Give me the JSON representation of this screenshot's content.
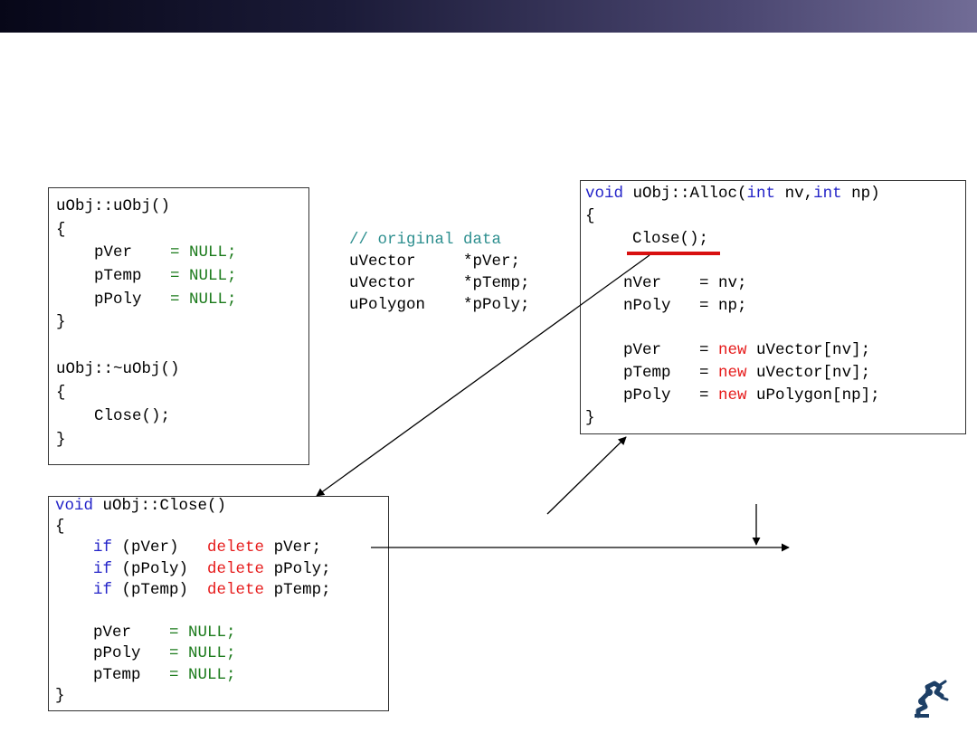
{
  "header": {
    "bar_color": "#1b1b38"
  },
  "colors": {
    "keyword": "#2323c8",
    "new_delete": "#e61a1a",
    "null_equals": "#1a7a1a",
    "comment": "#2e8f8f",
    "underline": "#d81010"
  },
  "ctor_box": {
    "line1": "uObj::uObj()",
    "line2": "{",
    "line3a": "    pVer    ",
    "line3b": "= NULL;",
    "line4a": "    pTemp   ",
    "line4b": "= NULL;",
    "line5a": "    pPoly   ",
    "line5b": "= NULL;",
    "line6": "}",
    "line7": "uObj::~uObj()",
    "line8": "{",
    "line9": "    Close();",
    "line10": "}"
  },
  "data_decl": {
    "comment": "// original data",
    "row1": "uVector     *pVer;",
    "row2": "uVector     *pTemp;",
    "row3": "uPolygon    *pPoly;"
  },
  "alloc_box": {
    "sig_kw1": "void",
    "sig_mid": " uObj::Alloc(",
    "sig_kw2": "int",
    "sig_mid2": " nv,",
    "sig_kw3": "int",
    "sig_end": " np)",
    "open": "{",
    "close_call": "Close();",
    "nver": "    nVer    = nv;",
    "npoly": "    nPoly   = np;",
    "pver_a": "    pVer    = ",
    "pver_new": "new",
    "pver_b": " uVector[nv];",
    "ptemp_a": "    pTemp   = ",
    "ptemp_new": "new",
    "ptemp_b": " uVector[nv];",
    "ppoly_a": "    pPoly   = ",
    "ppoly_new": "new",
    "ppoly_b": " uPolygon[np];",
    "end": "}"
  },
  "close_box": {
    "sig_kw": "void",
    "sig_rest": " uObj::Close()",
    "open": "{",
    "if1_kw": "    if",
    "if1_cond": " (pVer)   ",
    "if1_del": "delete",
    "if1_var": " pVer;",
    "if2_kw": "    if",
    "if2_cond": " (pPoly)  ",
    "if2_del": "delete",
    "if2_var": " pPoly;",
    "if3_kw": "    if",
    "if3_cond": " (pTemp)  ",
    "if3_del": "delete",
    "if3_var": " pTemp;",
    "set1a": "    pVer    ",
    "set1b": "= NULL;",
    "set2a": "    pPoly   ",
    "set2b": "= NULL;",
    "set3a": "    pTemp   ",
    "set3b": "= NULL;",
    "end": "}"
  },
  "icons": {
    "logo": "robot-arm-logo-icon"
  }
}
